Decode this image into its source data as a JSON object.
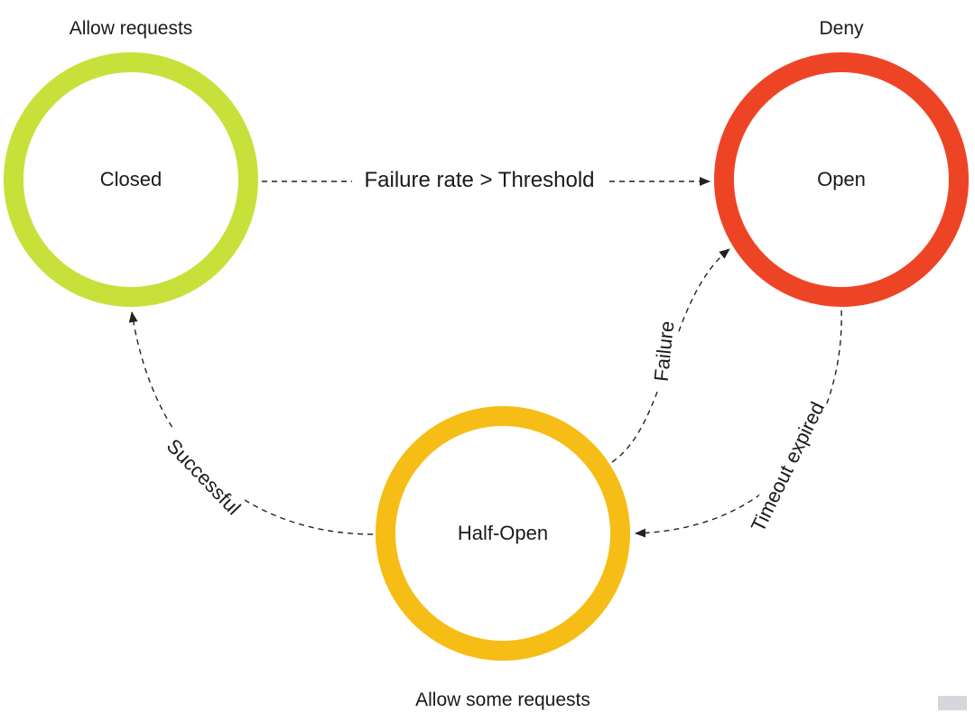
{
  "states": {
    "closed": {
      "name": "Closed",
      "caption": "Allow requests",
      "color": "#c8e03a"
    },
    "open": {
      "name": "Open",
      "caption": "Deny",
      "color": "#ee4426"
    },
    "half_open": {
      "name": "Half-Open",
      "caption": "Allow some requests",
      "color": "#f6bd16"
    }
  },
  "transitions": {
    "closed_to_open": "Failure rate > Threshold",
    "open_to_half_open": "Timeout expired",
    "half_open_to_open": "Failure",
    "half_open_to_closed": "Successful"
  },
  "colors": {
    "arrow": "#222222",
    "background": "#ffffff"
  }
}
